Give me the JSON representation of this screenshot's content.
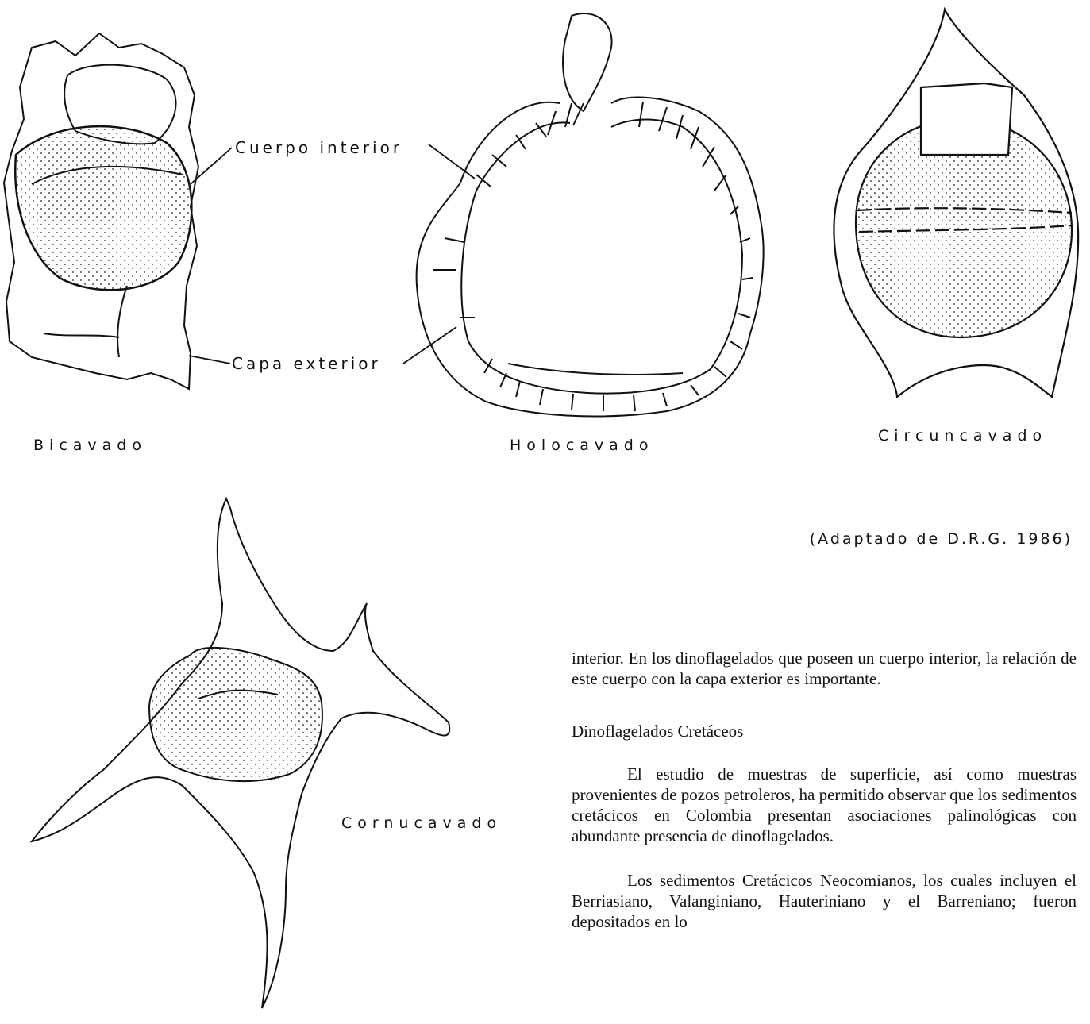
{
  "figure": {
    "callouts": {
      "inner_body": "Cuerpo interior",
      "outer_layer": "Capa exterior"
    },
    "captions": {
      "bicavado": "Bicavado",
      "holocavado": "Holocavado",
      "circuncavado": "Circuncavado",
      "cornucavado": "Cornucavado"
    },
    "credit": "(Adaptado de D.R.G. 1986)"
  },
  "text": {
    "paragraph_1": "interior. En los dinoflagelados que poseen un cuerpo interior, la relación de este cuerpo con la capa exterior es importante.",
    "heading": "Dinoflagelados Cretáceos",
    "paragraph_2": "El estudio de muestras de superficie, así como muestras provenientes de pozos petroleros, ha permitido observar que los sedimentos cretácicos en Colombia presentan asociaciones palinológicas con abundante presencia de dinoflagelados.",
    "paragraph_3": "Los sedimentos Cretácicos Neocomianos, los cuales incluyen el Berriasiano, Valanginiano, Hauteriniano y el Barreniano; fueron depositados en lo"
  }
}
